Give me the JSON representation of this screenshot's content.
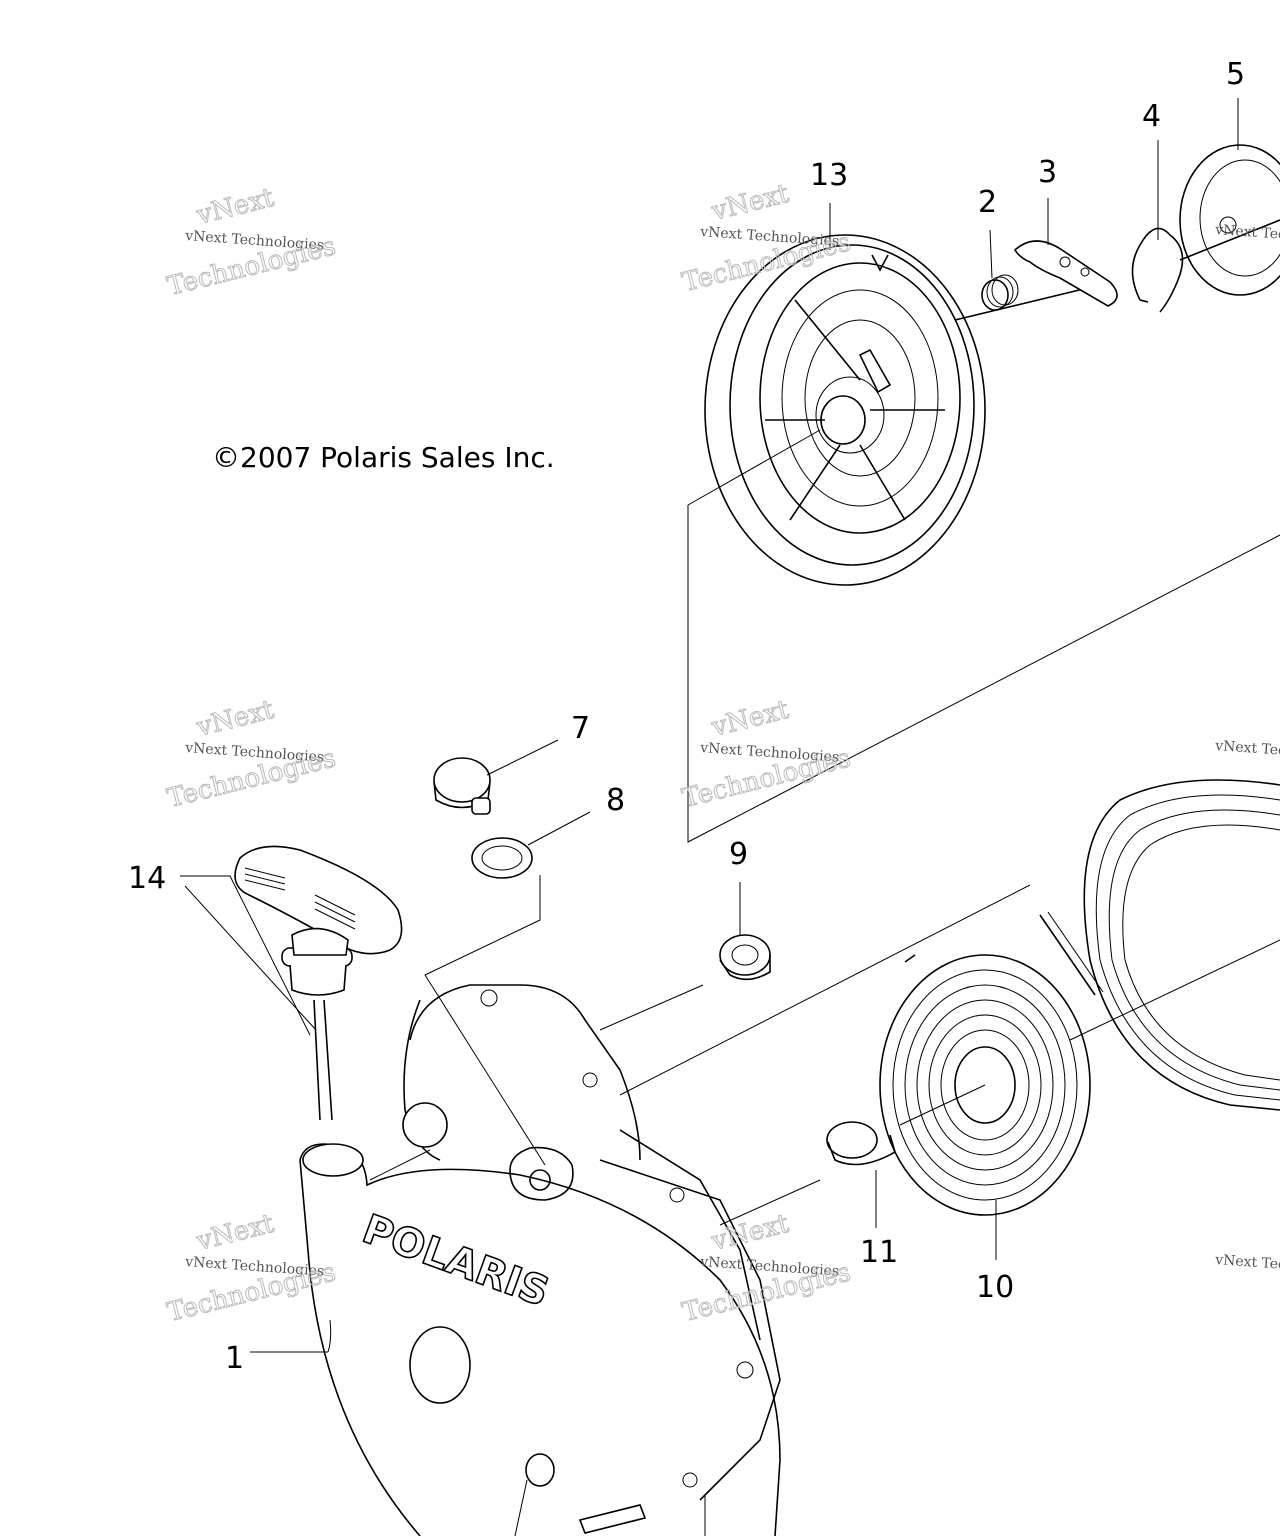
{
  "copyright": "©2007 Polaris Sales Inc.",
  "watermark": {
    "line1": "vNext Technologies",
    "line2": "vNext",
    "line3": "Technologies"
  },
  "brand_text": "POLARIS",
  "callouts": [
    {
      "id": "1",
      "label": "1"
    },
    {
      "id": "2",
      "label": "2"
    },
    {
      "id": "3",
      "label": "3"
    },
    {
      "id": "4",
      "label": "4"
    },
    {
      "id": "5",
      "label": "5"
    },
    {
      "id": "7",
      "label": "7"
    },
    {
      "id": "8",
      "label": "8"
    },
    {
      "id": "9",
      "label": "9"
    },
    {
      "id": "10",
      "label": "10"
    },
    {
      "id": "11",
      "label": "11"
    },
    {
      "id": "13",
      "label": "13"
    },
    {
      "id": "14",
      "label": "14"
    }
  ]
}
